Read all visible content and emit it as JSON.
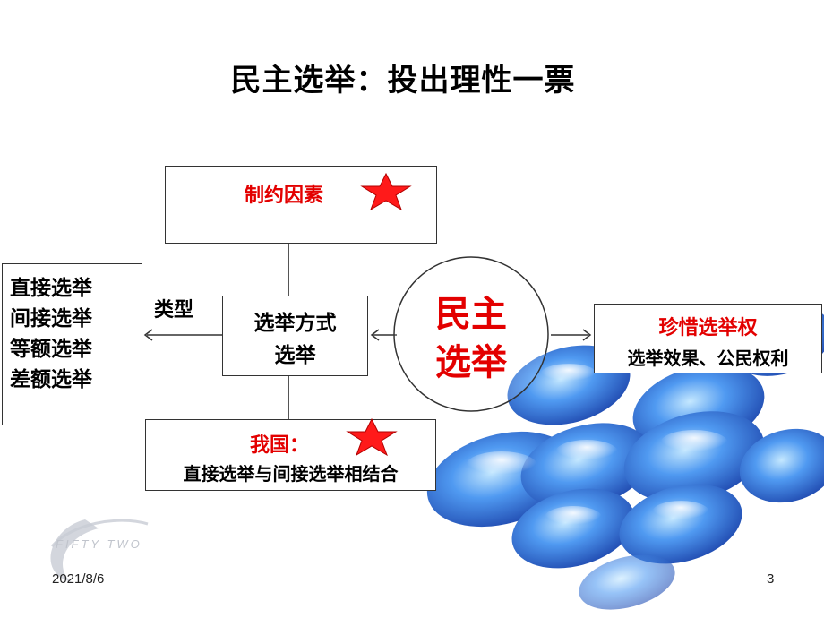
{
  "title": "民主选举：投出理性一票",
  "center_node": {
    "line1": "民主",
    "line2": "选举"
  },
  "constraint_box": {
    "label": "制约因素"
  },
  "method_box": {
    "line1": "选举方式",
    "line2": "选举"
  },
  "type_label": "类型",
  "types_box": {
    "items": [
      "直接选举",
      "间接选举",
      "等额选举",
      "差额选举"
    ]
  },
  "china_box": {
    "label": "我国：",
    "text": "直接选举与间接选举相结合"
  },
  "rights_box": {
    "title": "珍惜选举权",
    "text": "选举效果、公民权利"
  },
  "watermark": "FIFTY-TWO",
  "footer": {
    "date": "2021/8/6",
    "page": "3"
  },
  "colors": {
    "accent": "#e30000",
    "star": "#ff1a1a",
    "decor": "#1f6fd6"
  }
}
